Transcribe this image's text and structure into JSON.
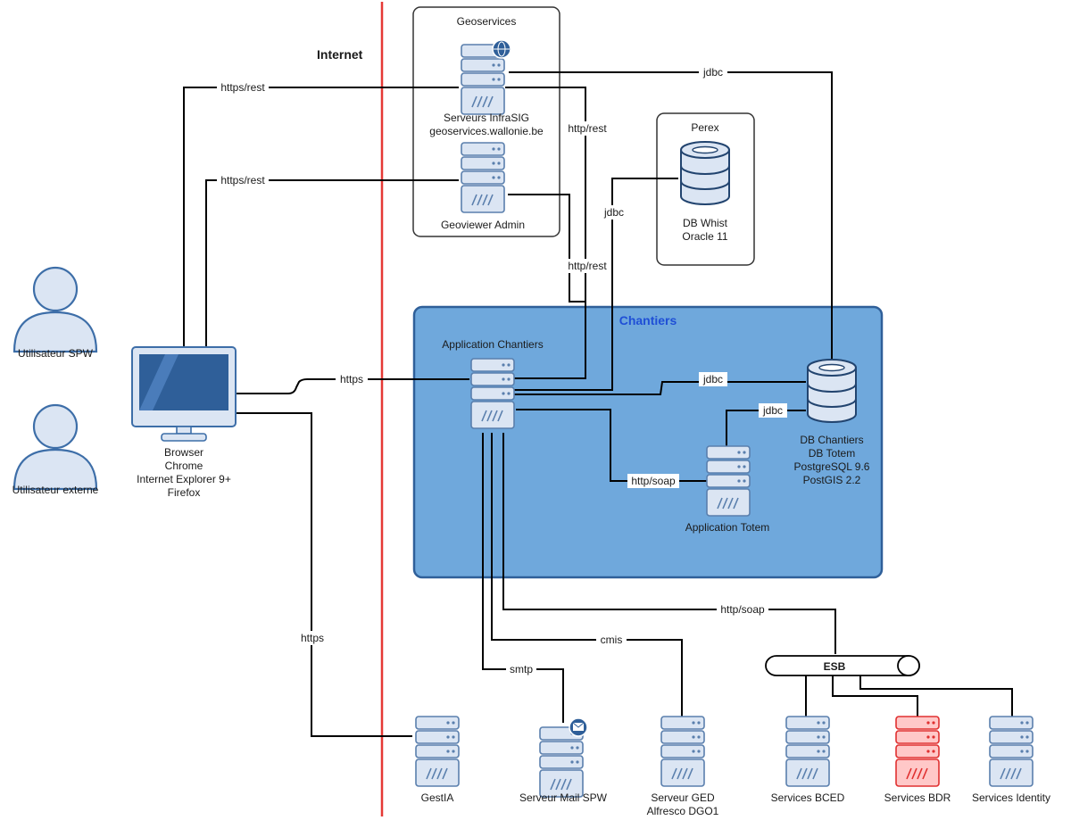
{
  "zones": {
    "internet_label": "Internet",
    "internet_line_color": "#e53935",
    "geoservices_title": "Geoservices",
    "perex_title": "Perex",
    "chantiers_title": "Chantiers",
    "chantiers_fill": "#6fa8dc",
    "chantiers_border": "#2f5f99"
  },
  "actors": {
    "spw": "Utilisateur SPW",
    "externe": "Utilisateur externe"
  },
  "browser": {
    "line1": "Browser",
    "line2": "Chrome",
    "line3": "Internet Explorer 9+",
    "line4": "Firefox"
  },
  "nodes": {
    "infrasig_line1": "Serveurs InfraSIG",
    "infrasig_line2": "geoservices.wallonie.be",
    "geoviewer": "Geoviewer Admin",
    "db_whist_line1": "DB Whist",
    "db_whist_line2": "Oracle 11",
    "app_chantiers": "Application Chantiers",
    "db_chantiers_line1": "DB Chantiers",
    "db_chantiers_line2": "DB Totem",
    "db_chantiers_line3": "PostgreSQL 9.6",
    "db_chantiers_line4": "PostGIS 2.2",
    "app_totem": "Application Totem",
    "esb": "ESB",
    "gestia": "GestIA",
    "mail": "Serveur Mail SPW",
    "ged_line1": "Serveur GED",
    "ged_line2": "Alfresco DGO1",
    "bced": "Services BCED",
    "bdr": "Services BDR",
    "identity": "Services Identity"
  },
  "edges": {
    "browser_infrasig": "https/rest",
    "browser_geoviewer": "https/rest",
    "browser_app": "https",
    "browser_gestia": "https",
    "app_infrasig": "http/rest",
    "app_geoviewer": "http/rest",
    "app_whist": "jdbc",
    "infrasig_db": "jdbc",
    "app_db": "jdbc",
    "totem_db": "jdbc",
    "app_totem": "http/soap",
    "app_esb": "http/soap",
    "app_ged": "cmis",
    "app_mail": "smtp"
  },
  "icons": {
    "user": "user-icon",
    "monitor": "monitor-icon",
    "server": "server-icon",
    "database": "database-icon",
    "globe": "globe-icon",
    "mail": "mail-icon"
  }
}
